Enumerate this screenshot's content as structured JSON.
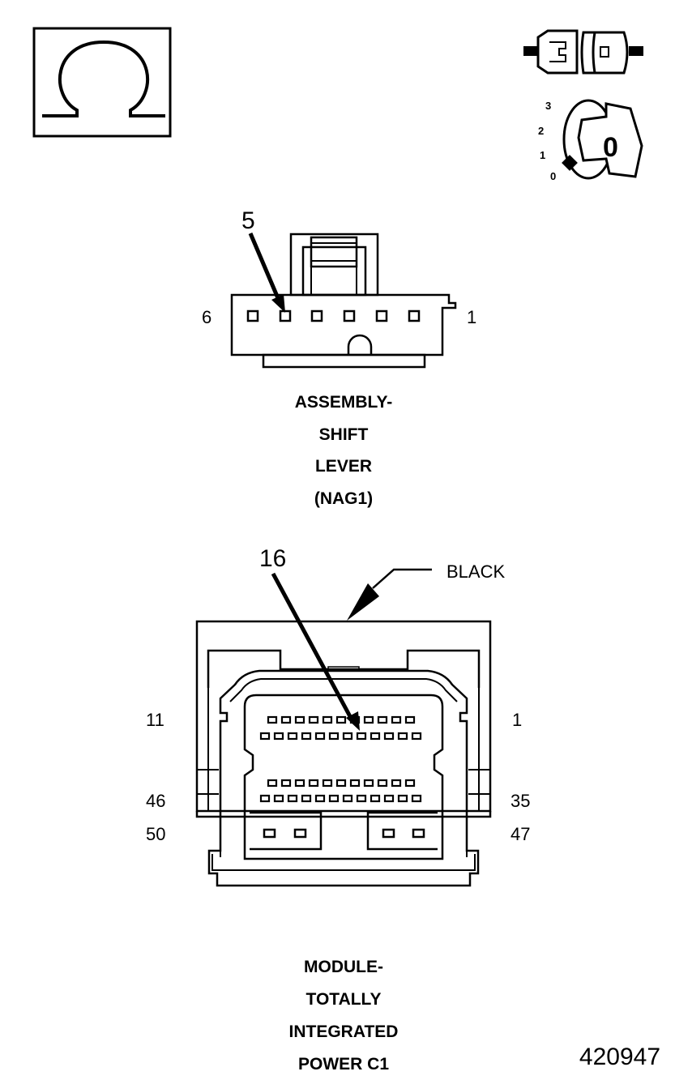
{
  "ohm_symbol": "Ω",
  "ignition": {
    "positions": [
      "3",
      "2",
      "1",
      "0"
    ],
    "key_label": "0"
  },
  "shift_lever_connector": {
    "callout": "5",
    "pin_left": "6",
    "pin_right": "1",
    "title_lines": [
      "ASSEMBLY-",
      "SHIFT",
      "LEVER",
      "(NAG1)"
    ]
  },
  "tipm_connector": {
    "callout": "16",
    "color_label": "BLACK",
    "pin_labels_left": [
      "11",
      "46",
      "50"
    ],
    "pin_labels_right": [
      "1",
      "35",
      "47"
    ],
    "title_lines": [
      "MODULE-",
      "TOTALLY",
      "INTEGRATED",
      "POWER C1"
    ]
  },
  "figure_number": "420947",
  "colors": {
    "line": "#000000",
    "background": "#ffffff"
  }
}
